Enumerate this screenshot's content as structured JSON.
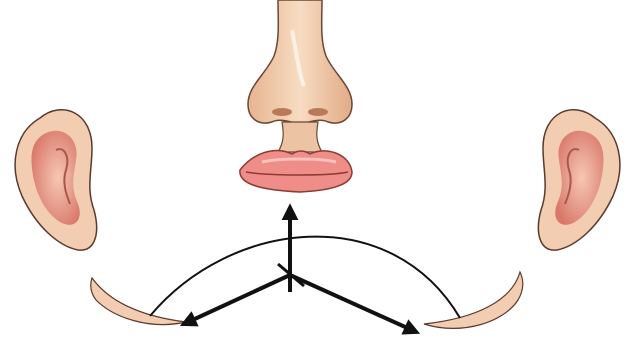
{
  "figure": {
    "parts": [
      "left-ear",
      "nose",
      "lips",
      "right-ear",
      "left-jaw-tip",
      "right-jaw-tip"
    ],
    "arrows": [
      "arrow-up",
      "arrow-left",
      "arrow-right"
    ],
    "colors": {
      "skin": "#f3d2b6",
      "skin_shadow": "#d9a582",
      "ear_inner": "#e79a88",
      "lip": "#f08f8b",
      "lip_highlight": "#fbd0c8",
      "outline": "#3a2a22",
      "arrow": "#111111"
    }
  }
}
